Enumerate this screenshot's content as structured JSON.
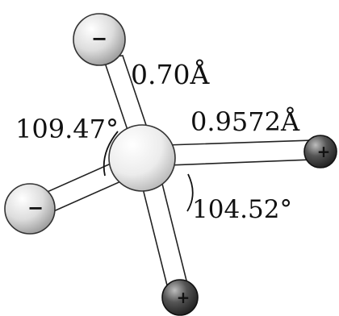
{
  "labels": {
    "bond_length_neg": "0.70Å",
    "bond_length_pos": "0.9572Å",
    "angle_neg": "109.47°",
    "angle_pos": "104.52°"
  },
  "charges": {
    "negative_top": "−",
    "negative_left": "−",
    "positive_right": "+",
    "positive_bottom": "+"
  }
}
